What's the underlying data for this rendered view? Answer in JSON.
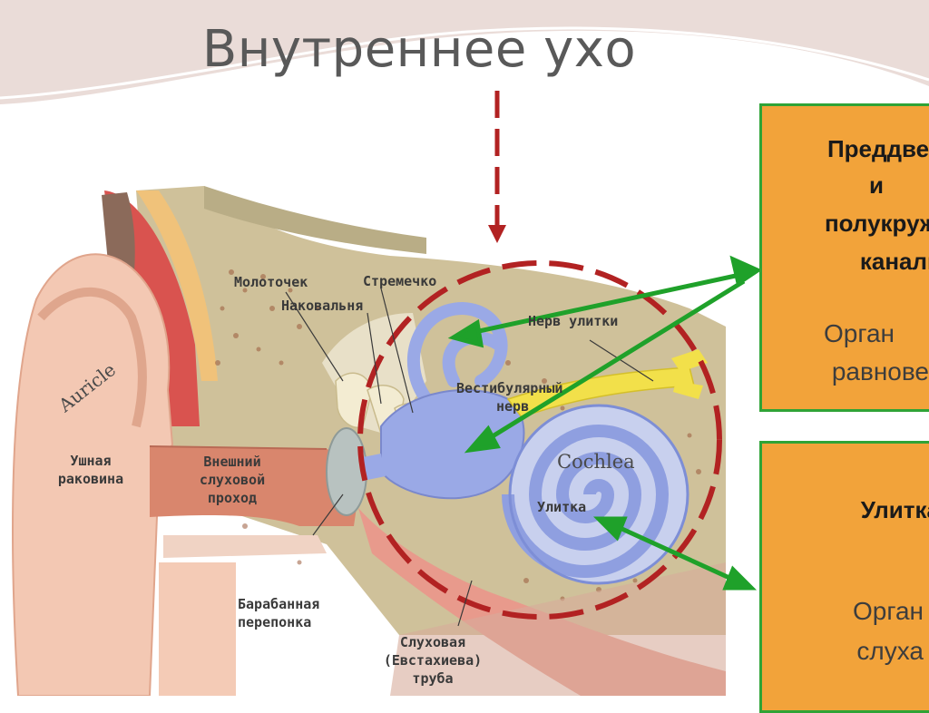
{
  "title": "Внутреннее ухо",
  "labels": {
    "auricle_en": "Auricle",
    "cochlea_en": "Cochlea",
    "ushnaya": "Ушная",
    "rakovina": "раковина",
    "vneshniy": "Внешний",
    "slukhovoy": "слуховой",
    "prokhod": "проход",
    "molotochek": "Молоточек",
    "nakovalnya": "Наковальня",
    "stremechko": "Стремечко",
    "nerv_ulitki": "Нерв улитки",
    "vestibulyarny": "Вестибулярный",
    "nerv": "нерв",
    "ulitka": "Улитка",
    "barabannaya": "Барабанная",
    "pereponka": "перепонка",
    "slukhovaya": "Слуховая",
    "evstakhieva": "(Евстахиева)",
    "truba": "труба"
  },
  "panels": {
    "top": {
      "line1": "Преддвер",
      "line2": "и",
      "line3": "полукружн",
      "line4": "каналь",
      "sub1": "Орган",
      "sub2": "равновес"
    },
    "bottom": {
      "title": "Улитка",
      "sub1": "Орган",
      "sub2": "слуха"
    }
  },
  "colors": {
    "panel_fill": "#f2a33a",
    "panel_border": "#2fa336",
    "arrow": "#1fa12a",
    "dashed_circle": "#b22222",
    "cochlea": "#9aa9e6"
  }
}
